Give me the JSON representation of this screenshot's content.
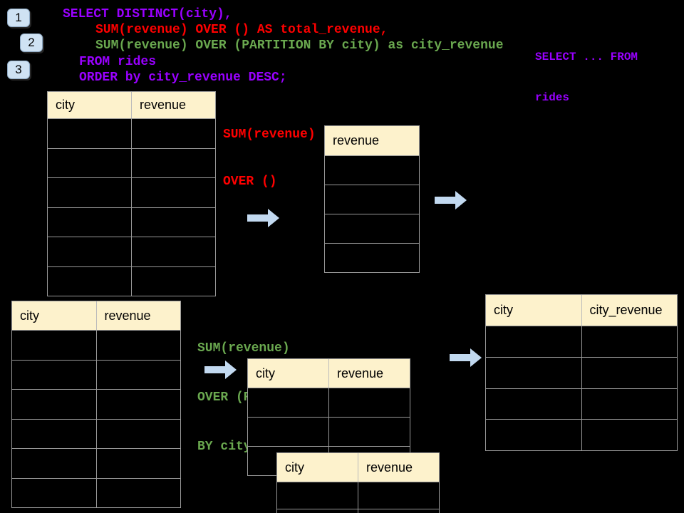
{
  "colors": {
    "background": "#000000",
    "code_purple": "#9900FF",
    "code_red": "#FF0000",
    "code_green": "#6AA84F",
    "table_header_bg": "#FDF2CC",
    "table_border": "#999999",
    "arrow_blue": "#C2D9F0",
    "badge_bg": "#CFE2F3",
    "badge_border": "#8FAAC4"
  },
  "badges": [
    {
      "label": "1"
    },
    {
      "label": "2"
    },
    {
      "label": "3"
    }
  ],
  "sql_code": {
    "lines": [
      {
        "text": "SELECT DISTINCT(city),",
        "color": "code_purple"
      },
      {
        "text": "SUM(revenue) OVER () AS total_revenue,",
        "color": "code_red"
      },
      {
        "text": "SUM(revenue) OVER (PARTITION BY city) as city_revenue",
        "color": "code_green"
      },
      {
        "text": "FROM rides",
        "color": "code_purple"
      },
      {
        "text": "ORDER by city_revenue DESC;",
        "color": "code_purple"
      }
    ]
  },
  "side_note": {
    "lines": [
      "SELECT ... FROM",
      "rides"
    ],
    "color": "code_purple"
  },
  "annotations": {
    "total": {
      "lines": [
        "SUM(revenue)",
        "OVER ()"
      ],
      "color": "code_red"
    },
    "partition": {
      "lines": [
        "SUM(revenue)",
        "OVER (PARTITION",
        "BY city)"
      ],
      "color": "code_green"
    }
  },
  "tables": {
    "source_top": {
      "columns": [
        "city",
        "revenue"
      ],
      "empty_rows": 6
    },
    "total_revenue_output": {
      "columns": [
        "revenue"
      ],
      "empty_rows": 4
    },
    "source_bottom": {
      "columns": [
        "city",
        "revenue"
      ],
      "empty_rows": 6
    },
    "partition_back": {
      "columns": [
        "city",
        "revenue"
      ],
      "empty_rows": 3
    },
    "partition_front": {
      "columns": [
        "city",
        "revenue"
      ],
      "empty_rows": 2
    },
    "city_revenue_output": {
      "columns": [
        "city",
        "city_revenue"
      ],
      "empty_rows": 4
    }
  },
  "arrows": [
    {
      "name": "step1-input-arrow"
    },
    {
      "name": "step1-output-arrow"
    },
    {
      "name": "step2-input-arrow"
    },
    {
      "name": "step2-output-arrow"
    }
  ]
}
